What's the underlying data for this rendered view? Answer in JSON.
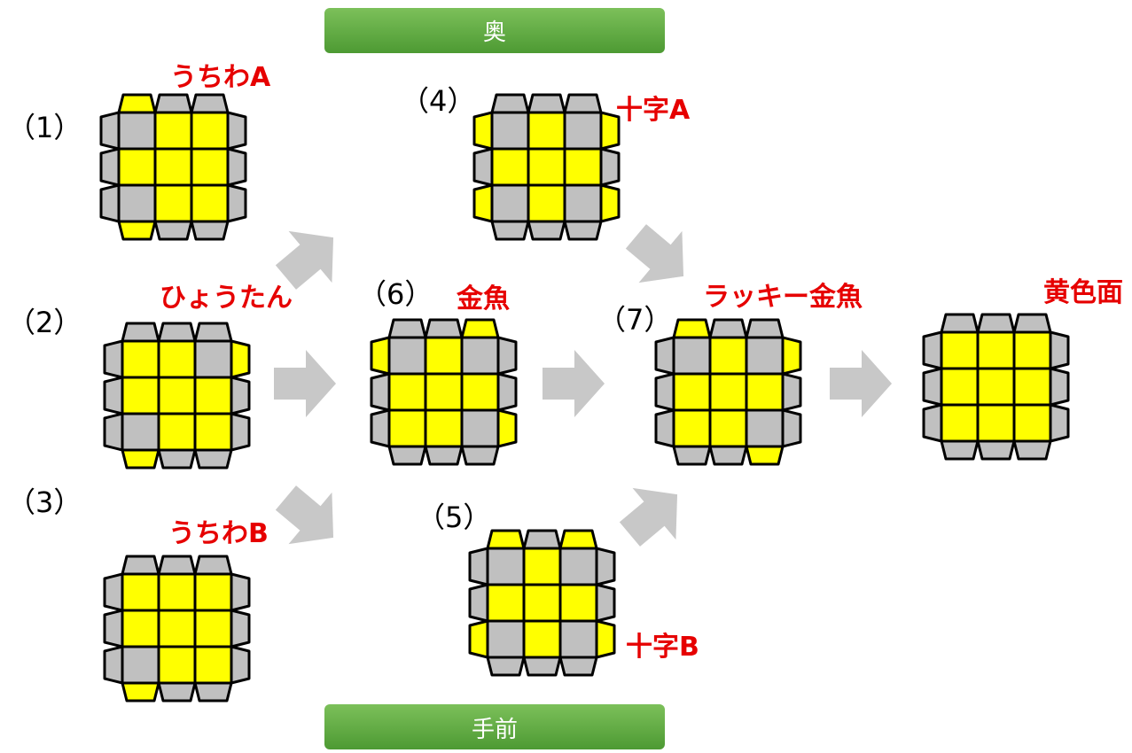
{
  "banners": {
    "top": "奥",
    "bottom": "手前"
  },
  "colors": {
    "yellow": "#ffff00",
    "gray": "#c0c0c0",
    "label_red": "#e60000",
    "arrow": "#c8c8c8",
    "banner_green": "#5fa640"
  },
  "cases": [
    {
      "id": "case-1",
      "number": "（1）",
      "name": "うちわA",
      "grid": [
        "GYY",
        "YYY",
        "GYY"
      ],
      "top": "YGG",
      "bottom": "YGG",
      "left": "GGG",
      "right": "GGG"
    },
    {
      "id": "case-2",
      "number": "（2）",
      "name": "ひょうたん",
      "grid": [
        "YYG",
        "YYY",
        "GYY"
      ],
      "top": "GGG",
      "bottom": "YGG",
      "left": "GGG",
      "right": "YGG"
    },
    {
      "id": "case-3",
      "number": "（3）",
      "name": "うちわB",
      "grid": [
        "YYY",
        "YYY",
        "GYY"
      ],
      "top": "GGG",
      "bottom": "YGG",
      "left": "GGG",
      "right": "GGG"
    },
    {
      "id": "case-4",
      "number": "（4）",
      "name": "十字A",
      "grid": [
        "GYG",
        "YYY",
        "GYG"
      ],
      "top": "GGG",
      "bottom": "GGG",
      "left": "YGY",
      "right": "YGY"
    },
    {
      "id": "case-5",
      "number": "（5）",
      "name": "十字B",
      "grid": [
        "GYG",
        "YYY",
        "GYG"
      ],
      "top": "YGY",
      "bottom": "GGG",
      "left": "GGY",
      "right": "GGY"
    },
    {
      "id": "case-6",
      "number": "（6）",
      "name": "金魚",
      "grid": [
        "GYG",
        "YYY",
        "YYG"
      ],
      "top": "GGY",
      "bottom": "GGG",
      "left": "YGG",
      "right": "GGY"
    },
    {
      "id": "case-7",
      "number": "（7）",
      "name": "ラッキー金魚",
      "grid": [
        "GYG",
        "YYY",
        "YYG"
      ],
      "top": "YGG",
      "bottom": "GGY",
      "left": "GGG",
      "right": "YGG"
    },
    {
      "id": "case-solved",
      "number": "",
      "name": "黄色面",
      "grid": [
        "YYY",
        "YYY",
        "YYY"
      ],
      "top": "GGG",
      "bottom": "GGG",
      "left": "GGG",
      "right": "GGG"
    }
  ]
}
